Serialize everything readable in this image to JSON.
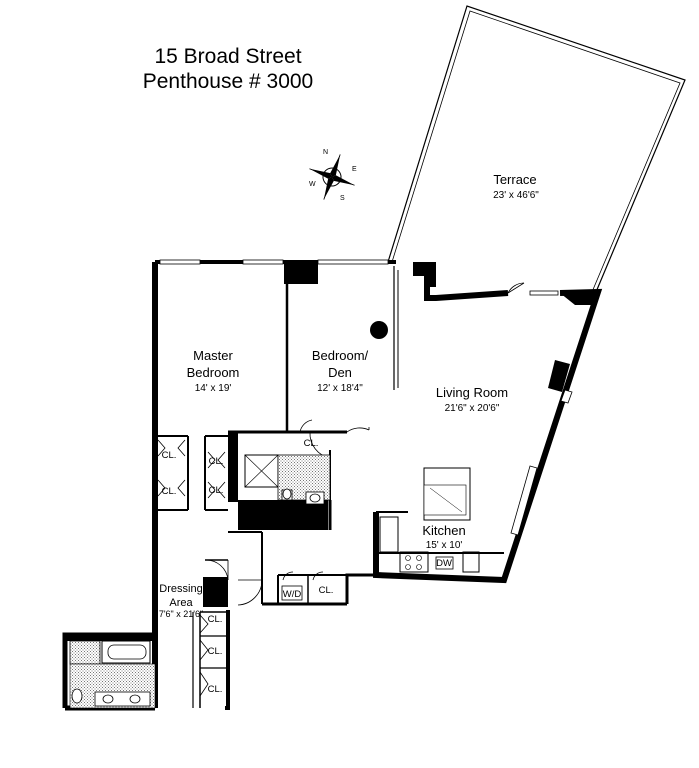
{
  "header": {
    "address": "15 Broad Street",
    "unit": "Penthouse # 3000"
  },
  "compass": {
    "icon": "compass-rose-icon",
    "n": "N",
    "e": "E",
    "s": "S",
    "w": "W"
  },
  "rooms": {
    "terrace": {
      "name": "Terrace",
      "dims": "23' x 46'6\""
    },
    "master_bedroom": {
      "name_line1": "Master",
      "name_line2": "Bedroom",
      "dims": "14' x 19'"
    },
    "bedroom_den": {
      "name_line1": "Bedroom/",
      "name_line2": "Den",
      "dims": "12' x 18'4\""
    },
    "living_room": {
      "name": "Living Room",
      "dims": "21'6\" x 20'6\""
    },
    "kitchen": {
      "name": "Kitchen",
      "dims": "15' x 10'"
    },
    "dressing_area": {
      "name_line1": "Dressing",
      "name_line2": "Area",
      "dims": "7'6\" x 21'6\""
    }
  },
  "labels": {
    "closet": "CL.",
    "washer_dryer": "W/D",
    "dishwasher": "DW"
  },
  "colors": {
    "wall": "#000000",
    "line": "#000000",
    "tile": "#8a8a8a",
    "background": "#ffffff"
  }
}
